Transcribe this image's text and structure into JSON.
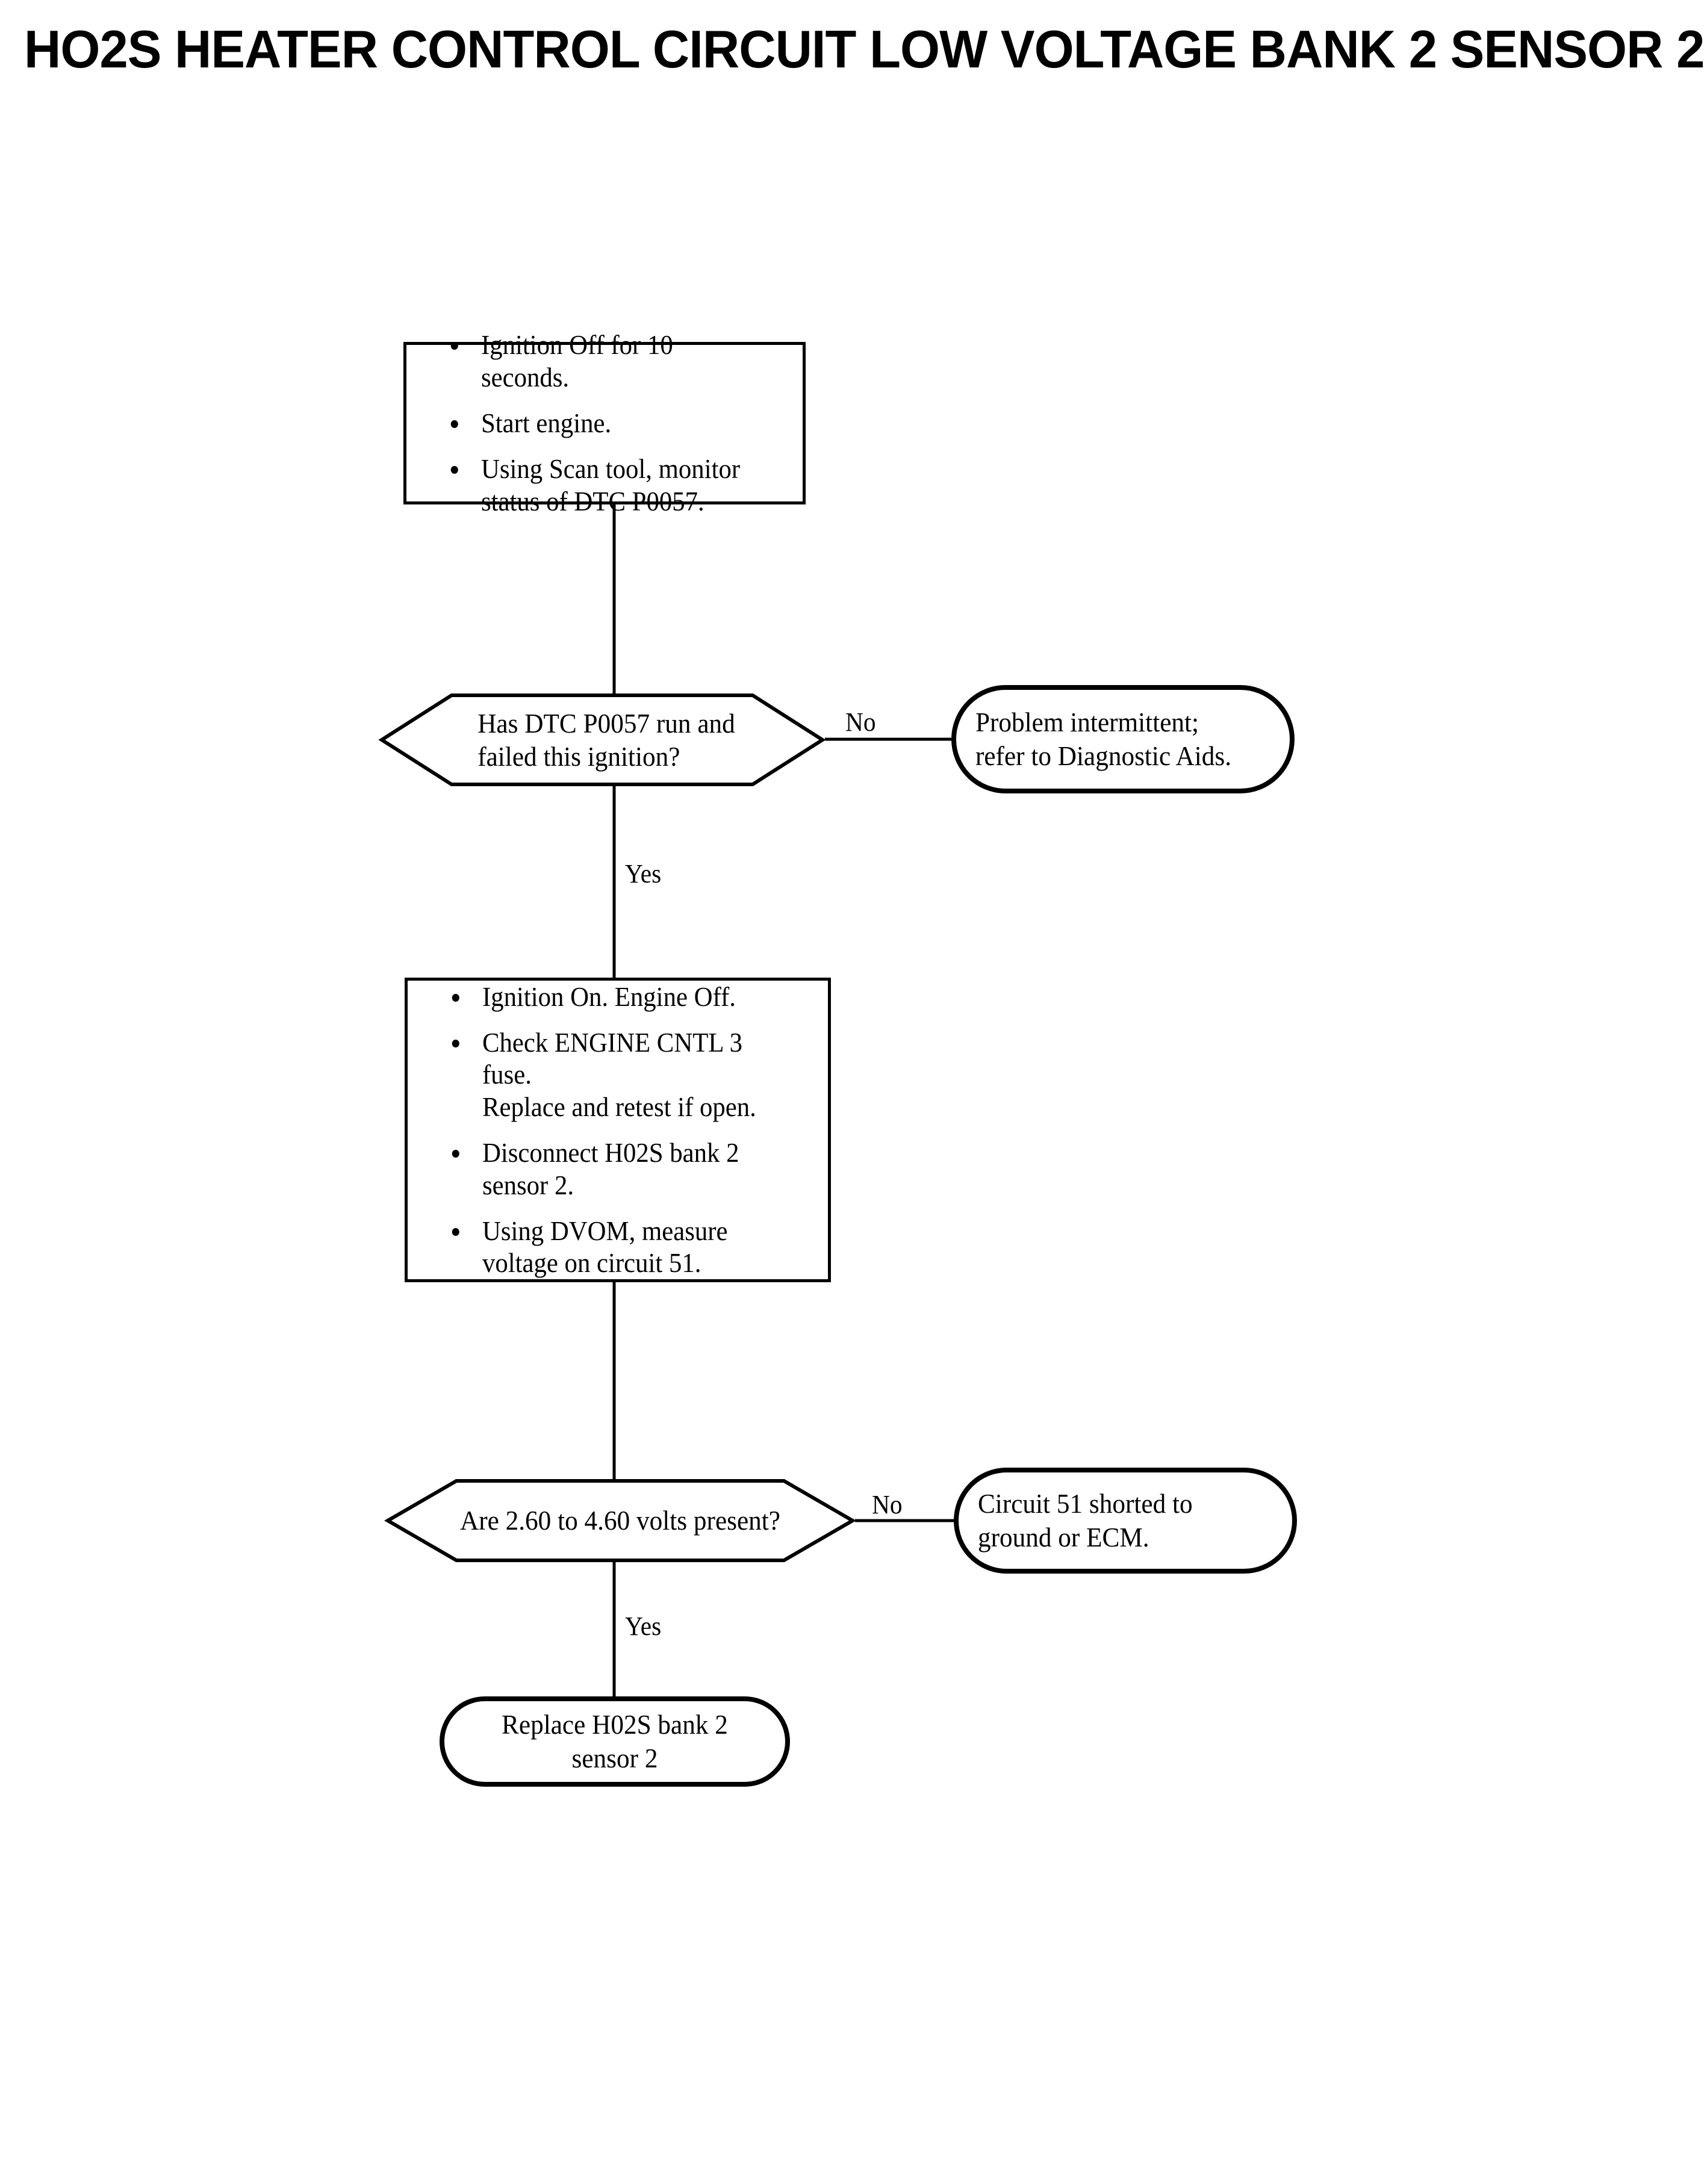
{
  "page": {
    "title": "HO2S HEATER CONTROL CIRCUIT LOW VOLTAGE BANK 2 SENSOR 2"
  },
  "flowchart": {
    "type": "diagnostic-flowchart",
    "nodes": [
      {
        "id": "step1",
        "shape": "process",
        "bullets": [
          "Ignition Off for 10 seconds.",
          "Start engine.",
          "Using Scan tool, monitor\nstatus of DTC P0057."
        ]
      },
      {
        "id": "decision1",
        "shape": "decision",
        "text": "Has DTC P0057 run and\nfailed this ignition?"
      },
      {
        "id": "result1",
        "shape": "terminator",
        "text": "Problem intermittent;\nrefer to Diagnostic Aids."
      },
      {
        "id": "step2",
        "shape": "process",
        "bullets": [
          "Ignition On. Engine Off.",
          "Check ENGINE CNTL 3 fuse.\nReplace and retest if open.",
          "Disconnect H02S bank 2\nsensor 2.",
          "Using DVOM, measure\nvoltage on circuit 51."
        ]
      },
      {
        "id": "decision2",
        "shape": "decision",
        "text": "Are 2.60 to 4.60 volts present?"
      },
      {
        "id": "result2",
        "shape": "terminator",
        "text": "Circuit 51 shorted to\nground or ECM."
      },
      {
        "id": "result3",
        "shape": "terminator",
        "text": "Replace H02S bank 2 sensor 2"
      }
    ],
    "edge_labels": {
      "decision1_no": "No",
      "decision1_yes": "Yes",
      "decision2_no": "No",
      "decision2_yes": "Yes"
    }
  },
  "colors": {
    "ink": "#000000",
    "paper": "#ffffff"
  }
}
